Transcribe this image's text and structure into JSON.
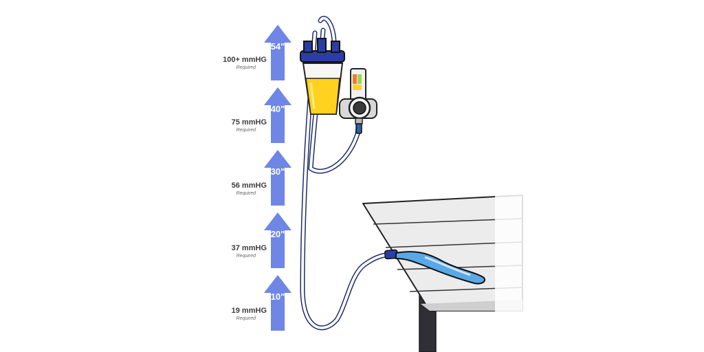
{
  "colors": {
    "arrow": "#6f86e6",
    "liquid": "#ffd21f",
    "cap": "#2b3da6",
    "accent_blue": "#5aa8e6",
    "tube": "#1d2b6b"
  },
  "levels": [
    {
      "height_label": "54\"",
      "pressure": "100+ mmHG",
      "note": "Required"
    },
    {
      "height_label": "40\"",
      "pressure": "75 mmHG",
      "note": "Required"
    },
    {
      "height_label": "30\"",
      "pressure": "56 mmHG",
      "note": "Required"
    },
    {
      "height_label": "20\"",
      "pressure": "37 mmHG",
      "note": "Required"
    },
    {
      "height_label": "10\"",
      "pressure": "19 mmHG",
      "note": "Required"
    }
  ],
  "icons": [
    "up-arrow-icon",
    "suction-canister-icon",
    "vacuum-regulator-icon",
    "suction-tubing-icon",
    "yankauer-handle-icon",
    "table-icon"
  ]
}
